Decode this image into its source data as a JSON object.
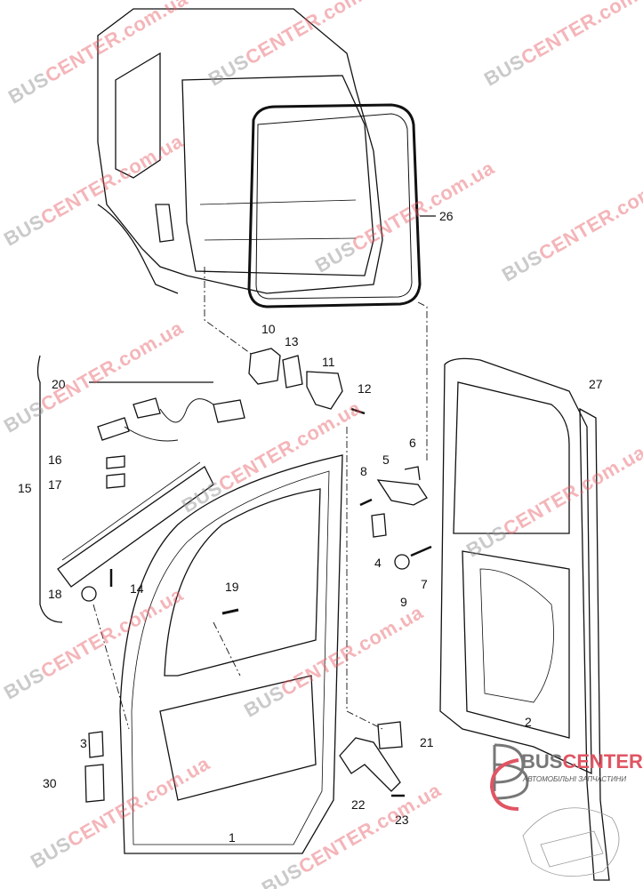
{
  "diagram": {
    "part_labels": {
      "p1": "1",
      "p2": "2",
      "p3": "3",
      "p4": "4",
      "p5": "5",
      "p6": "6",
      "p7": "7",
      "p8": "8",
      "p9": "9",
      "p10": "10",
      "p11": "11",
      "p12": "12",
      "p13": "13",
      "p14": "14",
      "p15": "15",
      "p16": "16",
      "p17": "17",
      "p18": "18",
      "p19": "19",
      "p20": "20",
      "p21": "21",
      "p22": "22",
      "p23": "23",
      "p26": "26",
      "p27": "27",
      "p30": "30"
    }
  },
  "watermark": {
    "prefix": "BUS",
    "suffix": "CENTER.com.ua"
  },
  "logo": {
    "name_a": "BUS",
    "name_b": "CENTER",
    "tagline": "АВТОМОБІЛЬНІ ЗАПЧАСТИНИ"
  },
  "colors": {
    "line": "#111111",
    "watermark": "#e65a64"
  }
}
